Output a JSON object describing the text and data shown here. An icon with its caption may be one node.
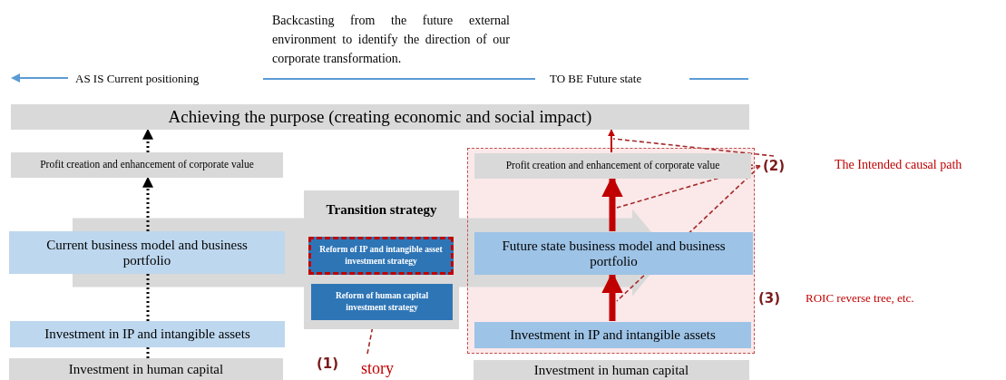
{
  "diagram": {
    "nodes": [
      {
        "text": [
          "Achieving the purpose (creating economic and social impact)"
        ]
      },
      {
        "text": [
          "Profit creation and enhancement of corporate value"
        ]
      },
      {
        "text": [
          "Current business model and business portfolio"
        ]
      },
      {
        "text": [
          "Investment in IP and intangible assets"
        ]
      },
      {
        "text": [
          "Investment in human capital"
        ]
      },
      {
        "text": [
          "Transition strategy"
        ]
      },
      {
        "text": [
          "Reform of IP and intangible asset investment strategy"
        ],
        "in": 5
      },
      {
        "text": [
          "Reform of human capital investment strategy"
        ],
        "in": 5
      },
      {
        "text": [],
        "shape": "box",
        "beside": [
          "(3)",
          "ROIC reverse tree, etc."
        ]
      },
      {
        "text": [
          "Profit creation and enhancement of corporate value"
        ],
        "in": 8
      },
      {
        "text": [
          "Future state business model and business portfolio"
        ],
        "in": 8
      },
      {
        "text": [
          "Investment in IP and intangible assets"
        ],
        "in": 8
      },
      {
        "text": [
          "Investment in human capital"
        ]
      },
      {
        "text": [
          "(2)"
        ],
        "beside": [
          "The Intended causal path"
        ]
      },
      {
        "text": [
          "(1)"
        ],
        "beside": [
          "story"
        ]
      }
    ],
    "edges": [
      {
        "from": 4,
        "to": 3,
        "arrow": "none",
        "style": "dashed",
        "color": "#000000"
      },
      {
        "from": 3,
        "to": 2,
        "arrow": "none",
        "style": "dashed",
        "color": "#000000"
      },
      {
        "from": 2,
        "to": 1,
        "arrow": "to",
        "style": "dashed",
        "color": "#000000"
      },
      {
        "from": 1,
        "to": 0,
        "arrow": "to",
        "style": "dashed",
        "color": "#000000"
      },
      {
        "from": 11,
        "to": 10,
        "arrow": "to",
        "style": "thick",
        "color": "#c00000"
      },
      {
        "from": 10,
        "to": 9,
        "arrow": "to",
        "style": "thick",
        "color": "#c00000"
      },
      {
        "from": 9,
        "to": 0,
        "arrow": "to",
        "color": "#c00000"
      },
      {
        "from": 13,
        "to": 0,
        "arrow": "none",
        "style": "dashed",
        "color": "#a52a2a"
      },
      {
        "from": 13,
        "to": 9,
        "arrow": "none",
        "style": "dashed",
        "color": "#a52a2a"
      },
      {
        "from": 13,
        "to": null,
        "arrow": "none",
        "style": "dashed",
        "color": "#a52a2a"
      },
      {
        "from": 13,
        "to": null,
        "arrow": "none",
        "style": "dashed",
        "color": "#a52a2a"
      },
      {
        "from": 14,
        "to": 6,
        "arrow": "none",
        "style": "dashed",
        "color": "#a52a2a"
      },
      {
        "from": 2,
        "to": 10,
        "arrow": "to",
        "style": "thick",
        "color": "#d9d9d9"
      }
    ],
    "labels": [
      "Backcasting from the future external environment to identify the direction of our corporate transformation.",
      "AS IS Current positioning",
      "TO BE Future state"
    ]
  }
}
